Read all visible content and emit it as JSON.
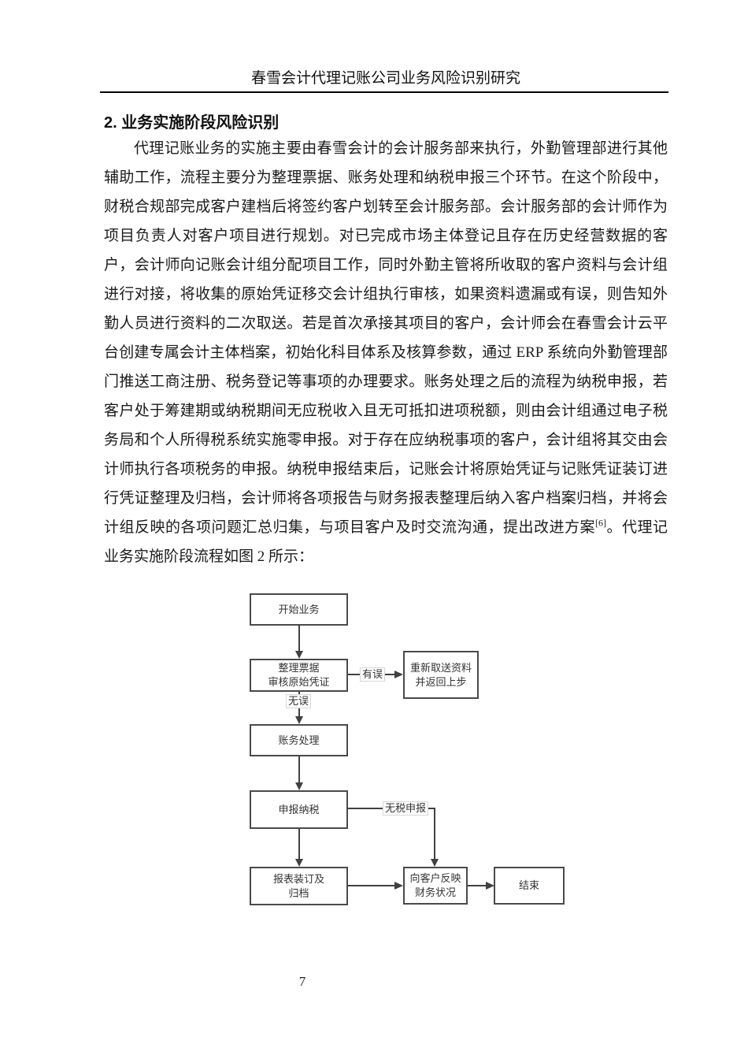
{
  "header": {
    "title": "春雪会计代理记账公司业务风险识别研究"
  },
  "section": {
    "heading": "2. 业务实施阶段风险识别"
  },
  "paragraph": {
    "lines": [
      "代理记账业务的实施主要由春雪会计的会计服务部来执行，外勤管理部进行其他",
      "辅助工作，流程主要分为整理票据、账务处理和纳税申报三个环节。在这个阶段中，",
      "财税合规部完成客户建档后将签约客户划转至会计服务部。会计服务部的会计师作为",
      "项目负责人对客户项目进行规划。对已完成市场主体登记且存在历史经营数据的客",
      "户，会计师向记账会计组分配项目工作，同时外勤主管将所收取的客户资料与会计组",
      "进行对接，将收集的原始凭证移交会计组执行审核，如果资料遗漏或有误，则告知外",
      "勤人员进行资料的二次取送。若是首次承接其项目的客户，会计师会在春雪会计云平",
      "台创建专属会计主体档案，初始化科目体系及核算参数，通过 ERP 系统向外勤管理部",
      "门推送工商注册、税务登记等事项的办理要求。账务处理之后的流程为纳税申报，若",
      "客户处于筹建期或纳税期间无应税收入且无可抵扣进项税额，则由会计组通过电子税",
      "务局和个人所得税系统实施零申报。对于存在应纳税事项的客户，会计组将其交由会",
      "计师执行各项税务的申报。纳税申报结束后，记账会计将原始凭证与记账凭证装订进",
      "行凭证整理及归档，会计师将各项报告与财务报表整理后纳入客户档案归档，并将会"
    ],
    "line14": {
      "pre": "计组反映的各项问题汇总归集，与项目客户及时交流沟通，提出改进方案",
      "sup": "[6]",
      "post": "。代理记账"
    },
    "last_line": "业务实施阶段流程如图 2 所示："
  },
  "figure": {
    "nodes": {
      "start": "开始业务",
      "review": "整理票据\n审核原始凭证",
      "redo": "重新取送资料\n并返回上步",
      "account": "账务处理",
      "tax": "申报纳税",
      "archive": "报表装订及\n归档",
      "feedback": "向客户反映\n财务状况",
      "end": "结束"
    },
    "edge_labels": {
      "has_error": "有误",
      "no_error": "无误",
      "no_tax": "无税申报"
    },
    "colors": {
      "box_border": "#4a4a4a",
      "arrow": "#414141",
      "text": "#333333"
    }
  },
  "footer": {
    "page_number": "7"
  }
}
